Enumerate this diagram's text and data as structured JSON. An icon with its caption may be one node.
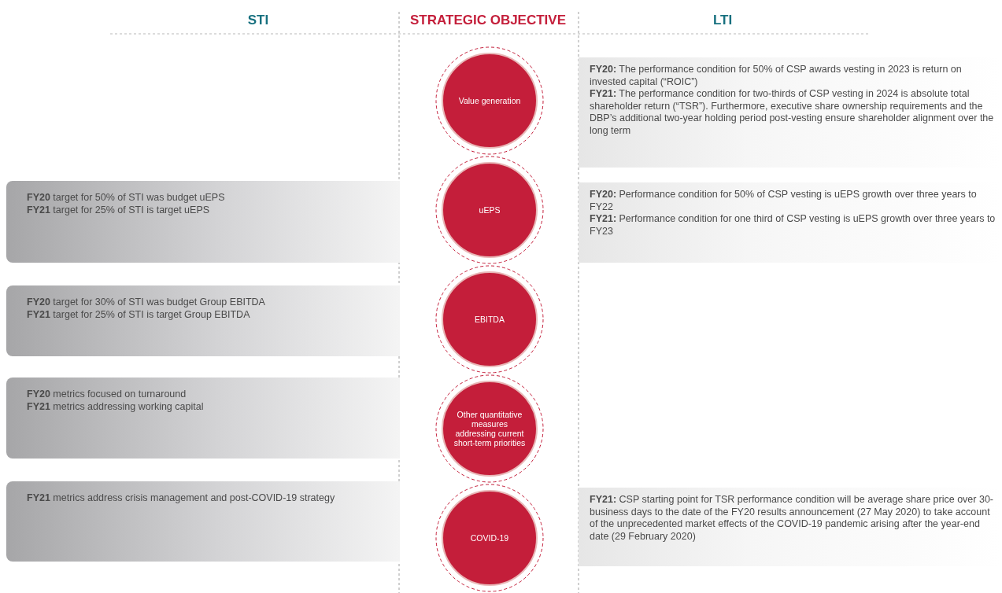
{
  "diagram": {
    "nodes": [
      {
        "text": [
          "Value generation"
        ]
      },
      {
        "text": [
          "**FY20:** The performance condition for 50% of CSP awards vesting in 2023 is return on invested capital (“ROIC”)",
          "**FY21:** The performance condition for two-thirds of CSP vesting in 2024 is absolute total shareholder return (“TSR”). Furthermore, executive share ownership requirements and the DBP’s additional two-year holding period post-vesting ensure shareholder alignment over the long term"
        ]
      },
      {
        "text": [
          "**FY20** target for 50% of STI was budget uEPS",
          "**FY21** target for 25% of STI is target uEPS"
        ]
      },
      {
        "text": [
          "uEPS"
        ]
      },
      {
        "text": [
          "**FY20:** Performance condition for 50% of CSP vesting is uEPS growth over three years to FY22",
          "**FY21:** Performance condition for one third of CSP vesting is uEPS growth over three years to FY23"
        ]
      },
      {
        "text": [
          "**FY20** target for 30% of STI was budget Group EBITDA",
          "**FY21** target for 25% of STI is target Group EBITDA"
        ]
      },
      {
        "text": [
          "EBITDA"
        ]
      },
      {
        "text": [
          "**FY20** metrics focused on turnaround",
          "**FY21** metrics addressing working capital"
        ]
      },
      {
        "text": [
          "Other quantitative measures addressing current short-term priorities"
        ]
      },
      {
        "text": [
          "**FY21** metrics address crisis management and post-COVID-19 strategy"
        ]
      },
      {
        "text": [
          "COVID-19"
        ]
      },
      {
        "text": [
          "**FY21:** CSP starting point for TSR performance condition will be average share price over 30-business days to the date of the FY20 results announcement (27 May 2020) to take account of the unprecedented market effects of the COVID-19 pandemic arising after the year-end date (29 February 2020)"
        ]
      }
    ],
    "labels": [
      "STI",
      "STRATEGIC OBJECTIVE",
      "LTI"
    ]
  }
}
